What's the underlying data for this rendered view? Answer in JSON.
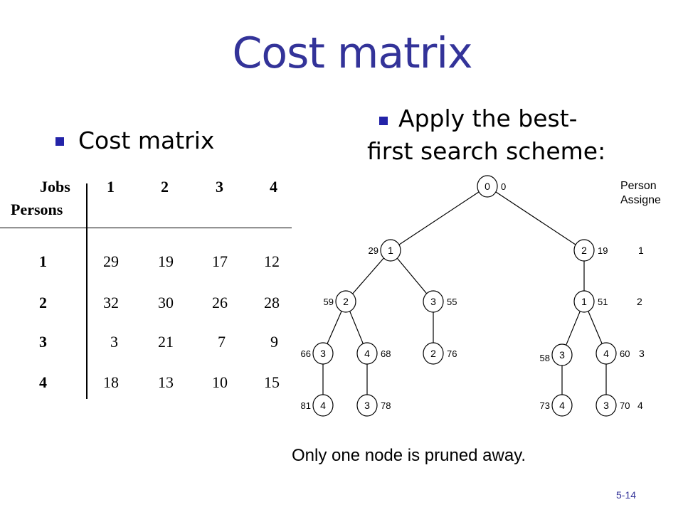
{
  "title": "Cost matrix",
  "left_bullet": "Cost matrix",
  "right_bullet_line1": "Apply the best-",
  "right_bullet_line2": "first search scheme:",
  "matrix": {
    "corner_top": "Jobs",
    "corner_bottom": "Persons",
    "job_headers": [
      "1",
      "2",
      "3",
      "4"
    ],
    "rows": [
      {
        "person": "1",
        "costs": [
          "29",
          "19",
          "17",
          "12"
        ]
      },
      {
        "person": "2",
        "costs": [
          "32",
          "30",
          "26",
          "28"
        ]
      },
      {
        "person": "3",
        "costs": [
          "3",
          "21",
          "7",
          "9"
        ]
      },
      {
        "person": "4",
        "costs": [
          "18",
          "13",
          "10",
          "15"
        ]
      }
    ]
  },
  "tree": {
    "legend_line1": "Person",
    "legend_line2": "Assigne",
    "level_labels": [
      "1",
      "2",
      "3",
      "4"
    ],
    "nodes": [
      {
        "id": "root",
        "job": "0",
        "cost": "0",
        "parent": ""
      },
      {
        "id": "a",
        "job": "1",
        "cost": "29",
        "parent": "root"
      },
      {
        "id": "b",
        "job": "2",
        "cost": "19",
        "parent": "root"
      },
      {
        "id": "a1",
        "job": "2",
        "cost": "59",
        "parent": "a"
      },
      {
        "id": "a2",
        "job": "3",
        "cost": "55",
        "parent": "a"
      },
      {
        "id": "b1",
        "job": "1",
        "cost": "51",
        "parent": "b"
      },
      {
        "id": "a1a",
        "job": "3",
        "cost": "66",
        "parent": "a1"
      },
      {
        "id": "a1b",
        "job": "4",
        "cost": "68",
        "parent": "a1"
      },
      {
        "id": "a2a",
        "job": "2",
        "cost": "76",
        "parent": "a2"
      },
      {
        "id": "b1a",
        "job": "3",
        "cost": "58",
        "parent": "b1"
      },
      {
        "id": "b1b",
        "job": "4",
        "cost": "60",
        "parent": "b1"
      },
      {
        "id": "a1a1",
        "job": "4",
        "cost": "81",
        "parent": "a1a"
      },
      {
        "id": "a1b1",
        "job": "3",
        "cost": "78",
        "parent": "a1b"
      },
      {
        "id": "b1a1",
        "job": "4",
        "cost": "73",
        "parent": "b1a"
      },
      {
        "id": "b1b1",
        "job": "3",
        "cost": "70",
        "parent": "b1b"
      }
    ]
  },
  "caption": "Only one node is pruned away.",
  "page_number": "5-14",
  "colors": {
    "title": "#333399",
    "bullet": "#2323a8"
  }
}
